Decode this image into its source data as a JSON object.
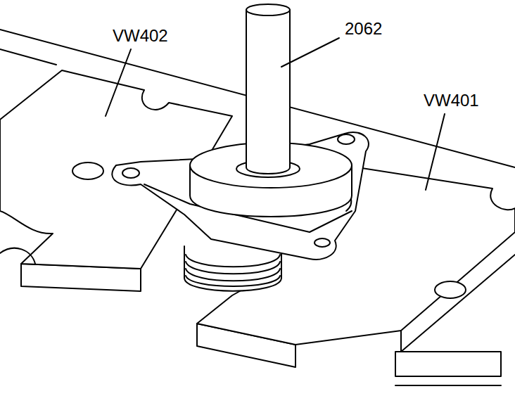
{
  "diagram": {
    "labels": [
      "VW402",
      "2062",
      "VW401"
    ]
  }
}
